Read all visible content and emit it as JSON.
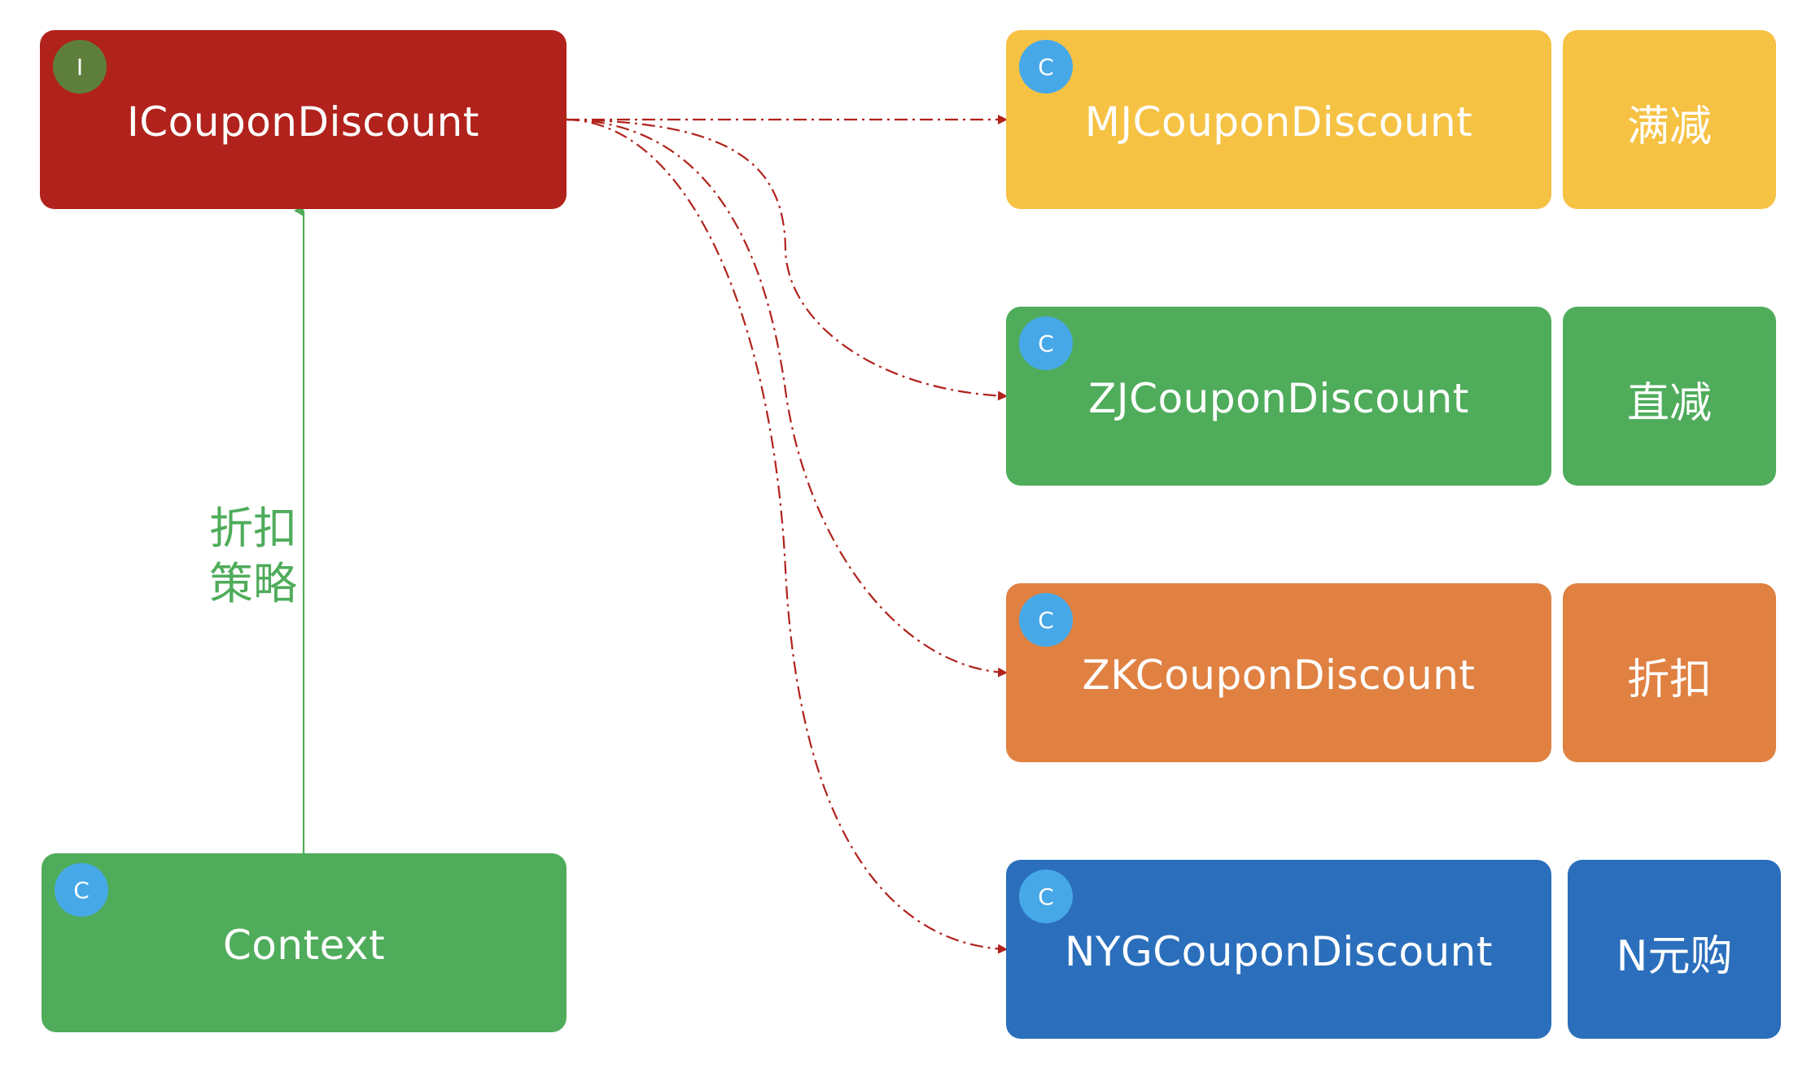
{
  "diagram": {
    "interface": {
      "badge": "I",
      "name": "ICouponDiscount"
    },
    "context": {
      "badge": "C",
      "name": "Context"
    },
    "context_edge_label": {
      "line1": "折扣",
      "line2": "策略"
    },
    "implementations": [
      {
        "badge": "C",
        "name": "MJCouponDiscount",
        "tag": "满减",
        "color": "#f6c244"
      },
      {
        "badge": "C",
        "name": "ZJCouponDiscount",
        "tag": "直减",
        "color": "#4fac5b"
      },
      {
        "badge": "C",
        "name": "ZKCouponDiscount",
        "tag": "折扣",
        "color": "#e08142"
      },
      {
        "badge": "C",
        "name": "NYGCouponDiscount",
        "tag": "N元购",
        "color": "#2b6fbc"
      }
    ],
    "colors": {
      "interface": "#b1221c",
      "context": "#4fac5b",
      "badge_class": "#47a8e8",
      "badge_interface": "#5e7f3b",
      "realization_edge": "#b1221c",
      "association_edge": "#4fac5b"
    }
  }
}
